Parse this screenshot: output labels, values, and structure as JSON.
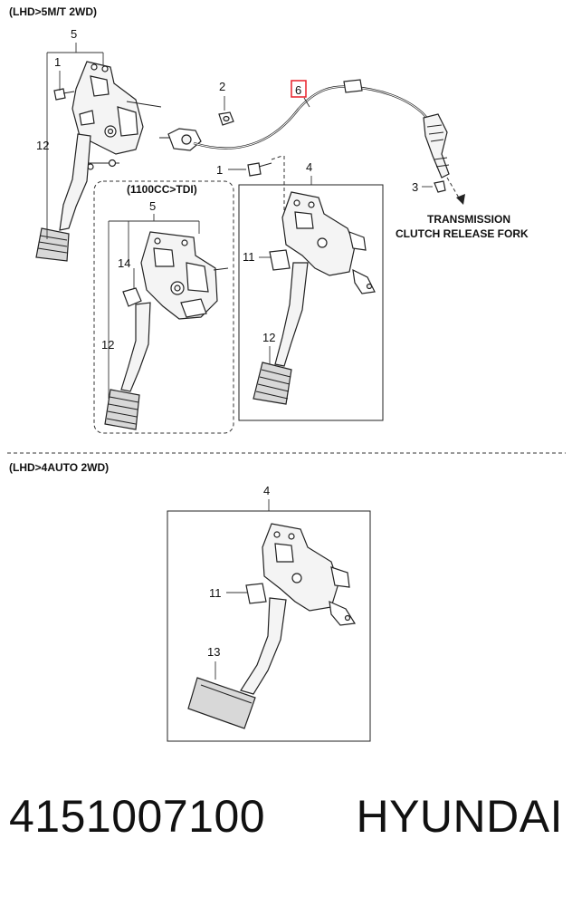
{
  "headers": {
    "top": "(LHD>5M/T 2WD)",
    "inset": "(1100CC>TDI)",
    "bottom": "(LHD>4AUTO 2WD)"
  },
  "callouts": {
    "c5_top": "5",
    "c1_top": "1",
    "c12_top": "12",
    "c2": "2",
    "c6": "6",
    "c1_mid": "1",
    "c4_mid": "4",
    "c3": "3",
    "c5_inset": "5",
    "c14": "14",
    "c12_inset": "12",
    "c11_mid": "11",
    "c12_mid": "12",
    "c4_bot": "4",
    "c11_bot": "11",
    "c13": "13"
  },
  "transmission": {
    "line1": "TRANSMISSION",
    "line2": "CLUTCH RELEASE FORK"
  },
  "footer": {
    "part_number": "4151007100",
    "brand": "HYUNDAI"
  },
  "colors": {
    "highlight": "#e8202a",
    "line": "#222222"
  }
}
